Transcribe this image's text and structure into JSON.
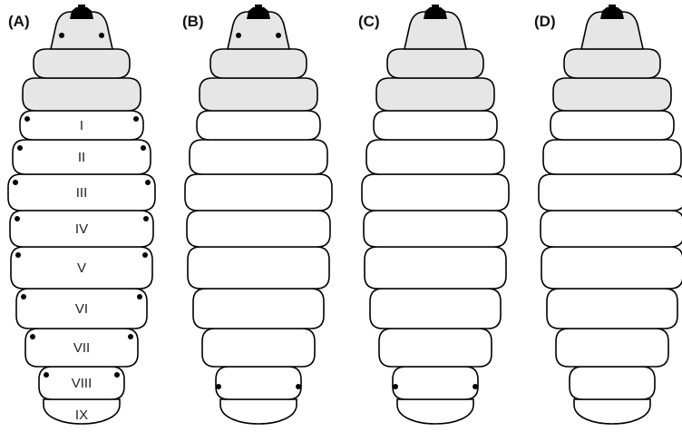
{
  "panels": [
    {
      "label": "(A)",
      "segment_labels": [
        "I",
        "II",
        "III",
        "IV",
        "V",
        "VI",
        "VII",
        "VIII",
        "IX"
      ],
      "spiracles": "thoracic-and-abdominal-I-VIII"
    },
    {
      "label": "(B)",
      "segment_labels": [],
      "spiracles": "anterior-and-posterior"
    },
    {
      "label": "(C)",
      "segment_labels": [],
      "spiracles": "posterior-only"
    },
    {
      "label": "(D)",
      "segment_labels": [],
      "spiracles": "none"
    }
  ],
  "colors": {
    "thorax_fill": "#e6e6e6",
    "body_fill": "#ffffff",
    "outline": "#000000",
    "head_capsule": "#000000"
  }
}
